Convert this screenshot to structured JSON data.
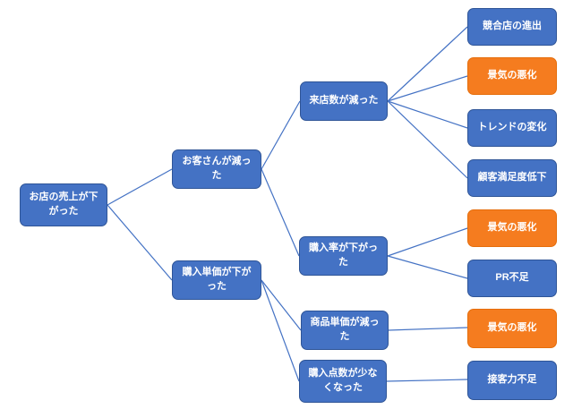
{
  "diagram": {
    "title": "sales-decline-logic-tree",
    "root": {
      "label": "お店の売上が下がった",
      "variant": "blue"
    },
    "level2": [
      {
        "label": "お客さんが減った",
        "variant": "blue"
      },
      {
        "label": "購入単価が下がった",
        "variant": "blue"
      }
    ],
    "level3": [
      {
        "label": "来店数が減った",
        "variant": "blue"
      },
      {
        "label": "購入率が下がった",
        "variant": "blue"
      },
      {
        "label": "商品単価が減った",
        "variant": "blue"
      },
      {
        "label": "購入点数が少なくなった",
        "variant": "blue"
      }
    ],
    "leaves": [
      {
        "label": "競合店の進出",
        "variant": "blue"
      },
      {
        "label": "景気の悪化",
        "variant": "orange"
      },
      {
        "label": "トレンドの変化",
        "variant": "blue"
      },
      {
        "label": "顧客満足度低下",
        "variant": "blue"
      },
      {
        "label": "景気の悪化",
        "variant": "orange"
      },
      {
        "label": "PR不足",
        "variant": "blue"
      },
      {
        "label": "景気の悪化",
        "variant": "orange"
      },
      {
        "label": "接客力不足",
        "variant": "blue"
      }
    ],
    "colors": {
      "node_blue": "#4472C4",
      "node_blue_border": "#2F5597",
      "node_orange": "#F57C1F",
      "node_orange_border": "#E56E0C",
      "connector": "#4472C4",
      "text": "#FFFFFF",
      "background": "#FFFFFF"
    }
  }
}
